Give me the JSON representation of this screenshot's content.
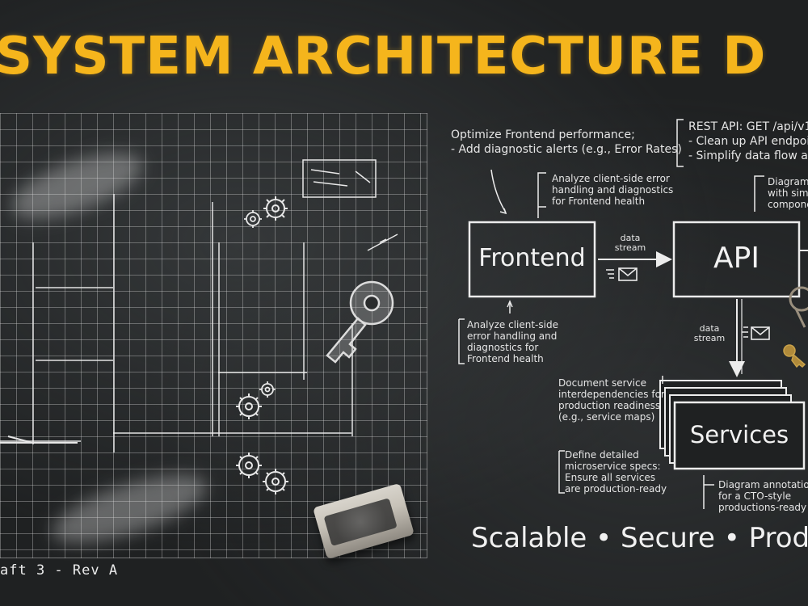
{
  "title": "SYSTEM ARCHITECTURE D",
  "nodes": {
    "frontend": "Frontend",
    "api": "API",
    "services": "Services"
  },
  "edges": {
    "frontend_to_api": "data\nstream",
    "api_to_services": "data\nstream"
  },
  "notes": {
    "optimize": "Optimize Frontend performance;\n- Add diagnostic alerts (e.g., Error Rates)",
    "rest_api": "REST API: GET /api/v1\n- Clean up API endpoin\n- Simplify data flow an",
    "analyze_top": "Analyze client-side error\nhandling and diagnostics\nfor Frontend health",
    "diagram_top": "Diagram\nwith simp\ncompone",
    "analyze_bottom": "Analyze client-side\nerror handling and\ndiagnostics for\nFrontend health",
    "document_services": "Document service\ninterdependencies for\nproduction readiness\n(e.g., service maps)",
    "define_microservice": "Define detailed\nmicroservice specs:\nEnsure all services\nare production-ready",
    "diagram_annotation": "Diagram annotation\nfor a CTO-style\nproductions-ready"
  },
  "tagline": "Scalable • Secure • Produ",
  "footer": "aft 3 - Rev A",
  "colors": {
    "background": "#1f2122",
    "title": "#f5b51c",
    "chalk": "#ececec"
  },
  "icons": [
    "gear-icon",
    "key-icon",
    "envelope-icon",
    "eraser-icon"
  ]
}
